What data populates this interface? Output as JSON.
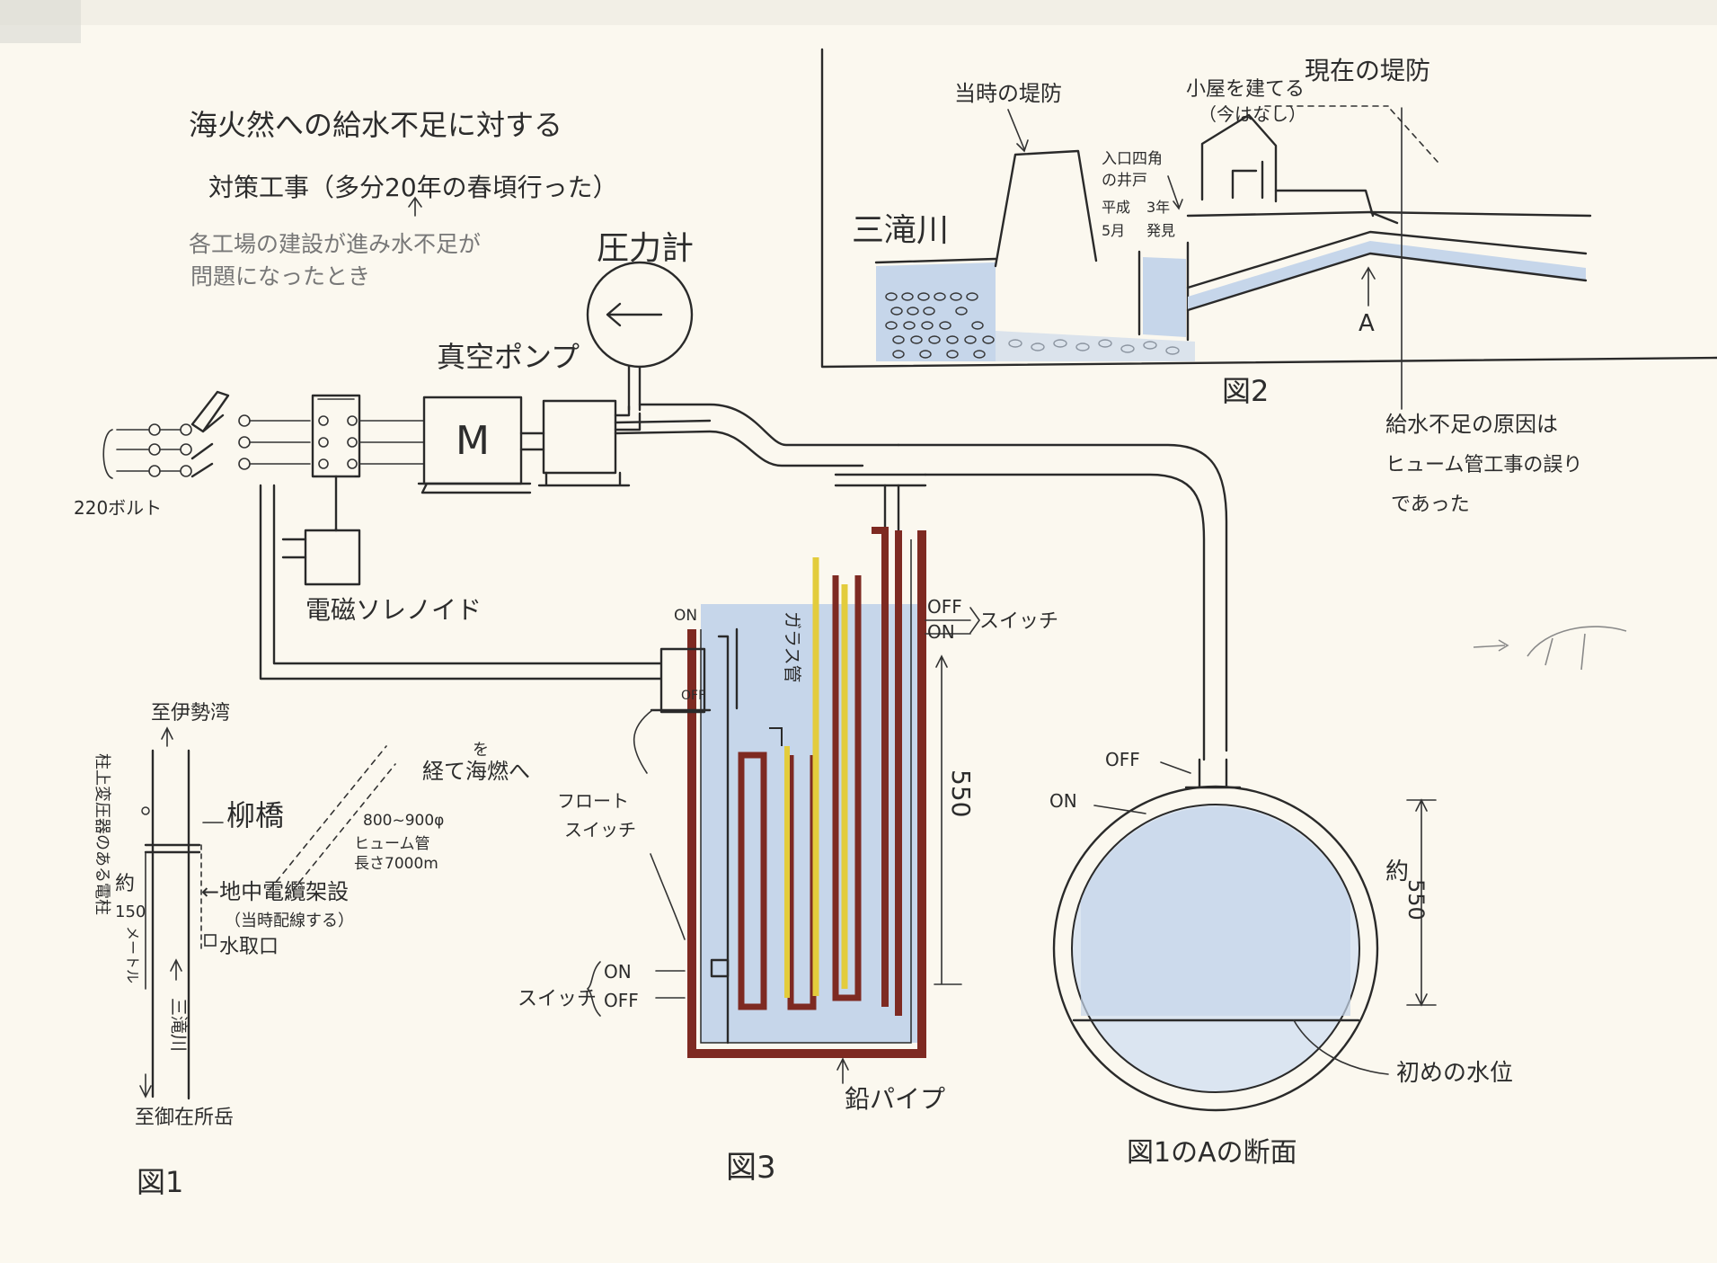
{
  "title": {
    "line1": "海火然への給水不足に対する",
    "line2": "対策工事（多分20年の春頃行った）",
    "note_line1": "各工場の建設が進み水不足が",
    "note_line2": "問題になったとき"
  },
  "pressure_gauge": {
    "label": "圧力計"
  },
  "vacuum_pump": {
    "label": "真空ポンプ",
    "motor_label": "M"
  },
  "power": {
    "label": "220ボルト"
  },
  "solenoid": {
    "label": "電磁ソレノイド"
  },
  "fig1": {
    "caption": "図1",
    "to_ise_bay": "至伊勢湾",
    "to_palace": "至御在所岳",
    "yanagi_bridge": "柳橋",
    "pole_note": "柱上変圧器のある電柱",
    "distance_prefix": "約",
    "distance_value": "150",
    "distance_unit": "メートル",
    "underground_cable": "←地中電纜架設",
    "cable_note": "（当時配線する）",
    "water_intake": "水取口",
    "river": "三滝川",
    "hume_pipe_size": "800~900φ",
    "hume_pipe_label": "ヒューム管",
    "hume_pipe_length": "長さ7000m",
    "via_label": "を",
    "to_kainen": "経て海燃へ"
  },
  "fig2": {
    "caption": "図2",
    "old_levee": "当時の堤防",
    "current_levee": "現在の堤防",
    "hut_line1": "小屋を建てる",
    "hut_line2": "（今はなし）",
    "well_line1": "入口四角",
    "well_line2": "の井戸",
    "heisei_line1": "平成",
    "heisei_line2": "5月",
    "discovered_line1": "3年",
    "discovered_line2": "発見",
    "river": "三滝川",
    "point_a": "A"
  },
  "fig3": {
    "caption": "図3",
    "float_switch_line1": "フロート",
    "float_switch_line2": "スイッチ",
    "glass_tube": "ガラス管",
    "lead_pipe": "鉛パイプ",
    "switch_label": "スイッチ",
    "on": "ON",
    "off": "OFF",
    "off_on_switch": "スイッチ",
    "dimension": "550"
  },
  "fig_a": {
    "caption": "図1のAの断面",
    "on": "ON",
    "off": "OFF",
    "approx": "約",
    "dimension": "550",
    "initial_water_level": "初めの水位"
  },
  "cause_note": {
    "line1": "給水不足の原因は",
    "line2": "ヒューム管工事の誤り",
    "line3": "であった"
  },
  "colors": {
    "paper": "#fbf8ef",
    "ink": "#2a2a2a",
    "water": "#c6d6ea",
    "lead_pipe": "#7e2a22",
    "glass_tube": "#e3cc3c"
  }
}
